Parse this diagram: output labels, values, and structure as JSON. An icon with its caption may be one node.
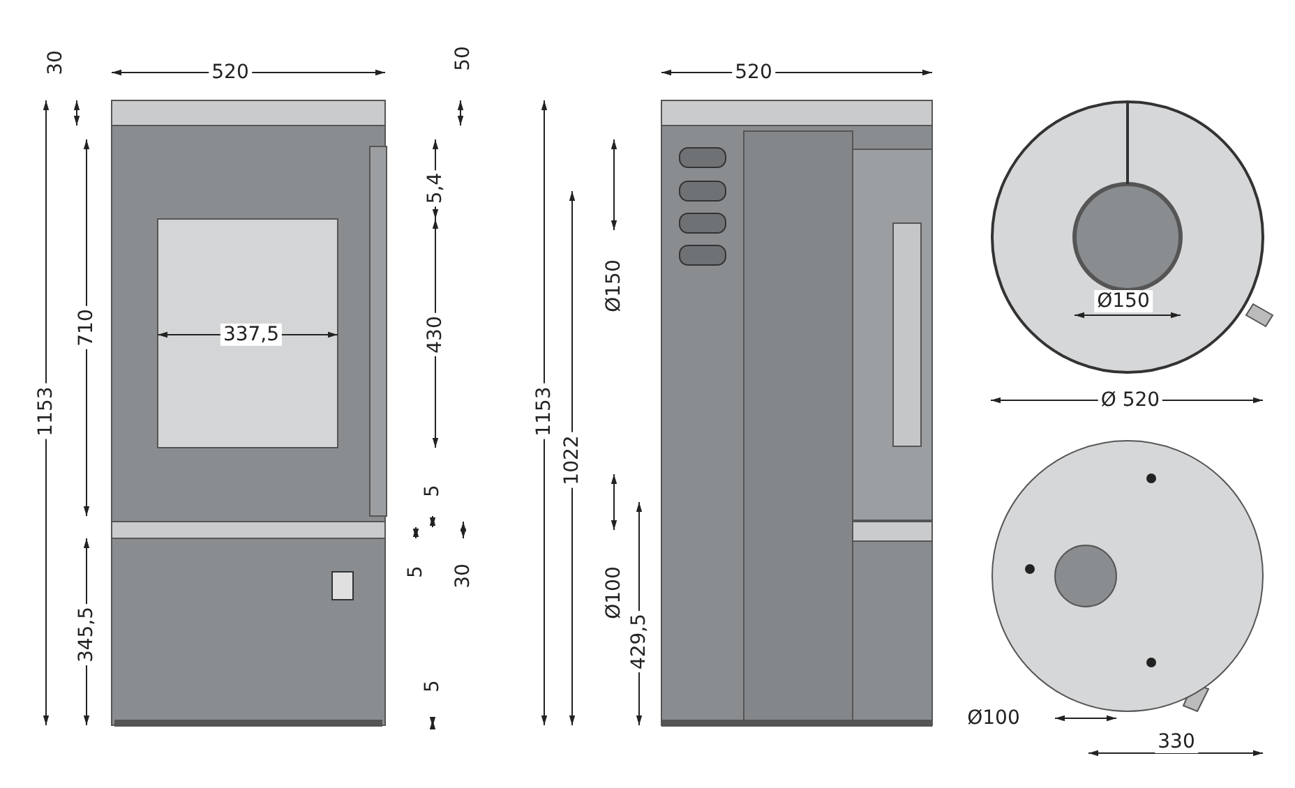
{
  "diagram": {
    "labels": [
      "520",
      "30",
      "50",
      "5,4",
      "710",
      "337,5",
      "430",
      "1153",
      "5",
      "5",
      "30",
      "345,5",
      "5",
      "520",
      "Ø150",
      "1153",
      "1022",
      "Ø100",
      "429,5",
      "Ø150",
      "Ø 520",
      "Ø100",
      "330"
    ]
  }
}
